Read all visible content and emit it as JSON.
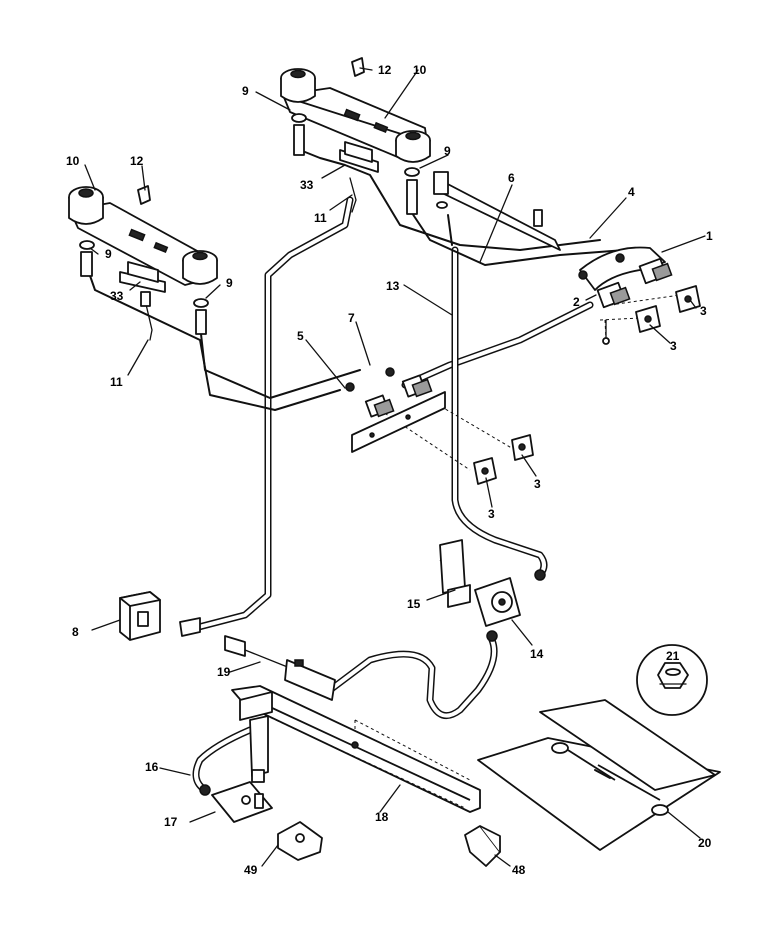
{
  "callouts": [
    {
      "id": "c1",
      "label": "1"
    },
    {
      "id": "c2",
      "label": "2"
    },
    {
      "id": "c3a",
      "label": "3"
    },
    {
      "id": "c3b",
      "label": "3"
    },
    {
      "id": "c3c",
      "label": "3"
    },
    {
      "id": "c3d",
      "label": "3"
    },
    {
      "id": "c4",
      "label": "4"
    },
    {
      "id": "c5",
      "label": "5"
    },
    {
      "id": "c6",
      "label": "6"
    },
    {
      "id": "c7",
      "label": "7"
    },
    {
      "id": "c8",
      "label": "8"
    },
    {
      "id": "c9a",
      "label": "9"
    },
    {
      "id": "c9b",
      "label": "9"
    },
    {
      "id": "c9c",
      "label": "9"
    },
    {
      "id": "c9d",
      "label": "9"
    },
    {
      "id": "c10a",
      "label": "10"
    },
    {
      "id": "c10b",
      "label": "10"
    },
    {
      "id": "c11a",
      "label": "11"
    },
    {
      "id": "c11b",
      "label": "11"
    },
    {
      "id": "c12a",
      "label": "12"
    },
    {
      "id": "c12b",
      "label": "12"
    },
    {
      "id": "c13",
      "label": "13"
    },
    {
      "id": "c14",
      "label": "14"
    },
    {
      "id": "c15",
      "label": "15"
    },
    {
      "id": "c16",
      "label": "16"
    },
    {
      "id": "c17",
      "label": "17"
    },
    {
      "id": "c18",
      "label": "18"
    },
    {
      "id": "c19",
      "label": "19"
    },
    {
      "id": "c20",
      "label": "20"
    },
    {
      "id": "c21",
      "label": "21"
    },
    {
      "id": "c33a",
      "label": "33"
    },
    {
      "id": "c33b",
      "label": "33"
    },
    {
      "id": "c48",
      "label": "48"
    },
    {
      "id": "c49",
      "label": "49"
    }
  ]
}
